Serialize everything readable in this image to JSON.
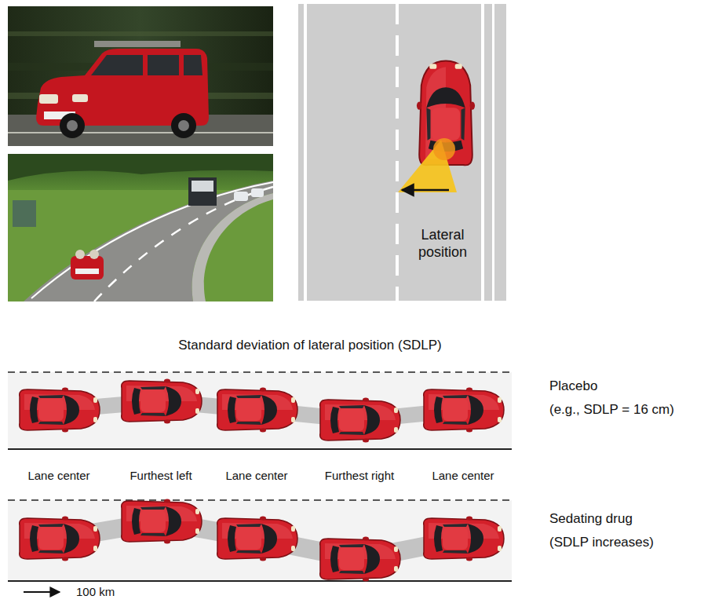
{
  "diagram": {
    "title": "Standard deviation of lateral position (SDLP)",
    "labels": [
      "Lateral position",
      "Lane center",
      "Furthest left",
      "Lane center",
      "Furthest right",
      "Lane center",
      "Placebo",
      "(e.g., SDLP = 16 cm)",
      "Sedating drug",
      "(SDLP increases)",
      "100 km"
    ]
  }
}
